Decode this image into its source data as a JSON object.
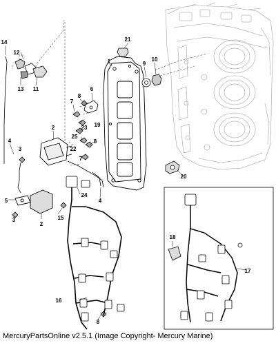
{
  "diagram": {
    "callouts": [
      {
        "id": "c1",
        "label": "1"
      },
      {
        "id": "c2a",
        "label": "2"
      },
      {
        "id": "c2b",
        "label": "2"
      },
      {
        "id": "c3a",
        "label": "3"
      },
      {
        "id": "c3b",
        "label": "3"
      },
      {
        "id": "c4a",
        "label": "4"
      },
      {
        "id": "c4b",
        "label": "4"
      },
      {
        "id": "c5",
        "label": "5"
      },
      {
        "id": "c6",
        "label": "6"
      },
      {
        "id": "c7a",
        "label": "7"
      },
      {
        "id": "c7b",
        "label": "7"
      },
      {
        "id": "c8a",
        "label": "8"
      },
      {
        "id": "c8b",
        "label": "8"
      },
      {
        "id": "c8c",
        "label": "8"
      },
      {
        "id": "c9",
        "label": "9"
      },
      {
        "id": "c10",
        "label": "10"
      },
      {
        "id": "c11",
        "label": "11"
      },
      {
        "id": "c12",
        "label": "12"
      },
      {
        "id": "c13",
        "label": "13"
      },
      {
        "id": "c14",
        "label": "14"
      },
      {
        "id": "c15",
        "label": "15"
      },
      {
        "id": "c16",
        "label": "16"
      },
      {
        "id": "c17",
        "label": "17"
      },
      {
        "id": "c18",
        "label": "18"
      },
      {
        "id": "c19",
        "label": "19"
      },
      {
        "id": "c20",
        "label": "20"
      },
      {
        "id": "c21",
        "label": "21"
      },
      {
        "id": "c22",
        "label": "22"
      },
      {
        "id": "c23",
        "label": "23"
      },
      {
        "id": "c24",
        "label": "24"
      },
      {
        "id": "c25",
        "label": "25"
      }
    ]
  },
  "footer": {
    "text": "MercuryPartsOnline v2.5.1 (Image Copyright- Mercury Marine)"
  }
}
